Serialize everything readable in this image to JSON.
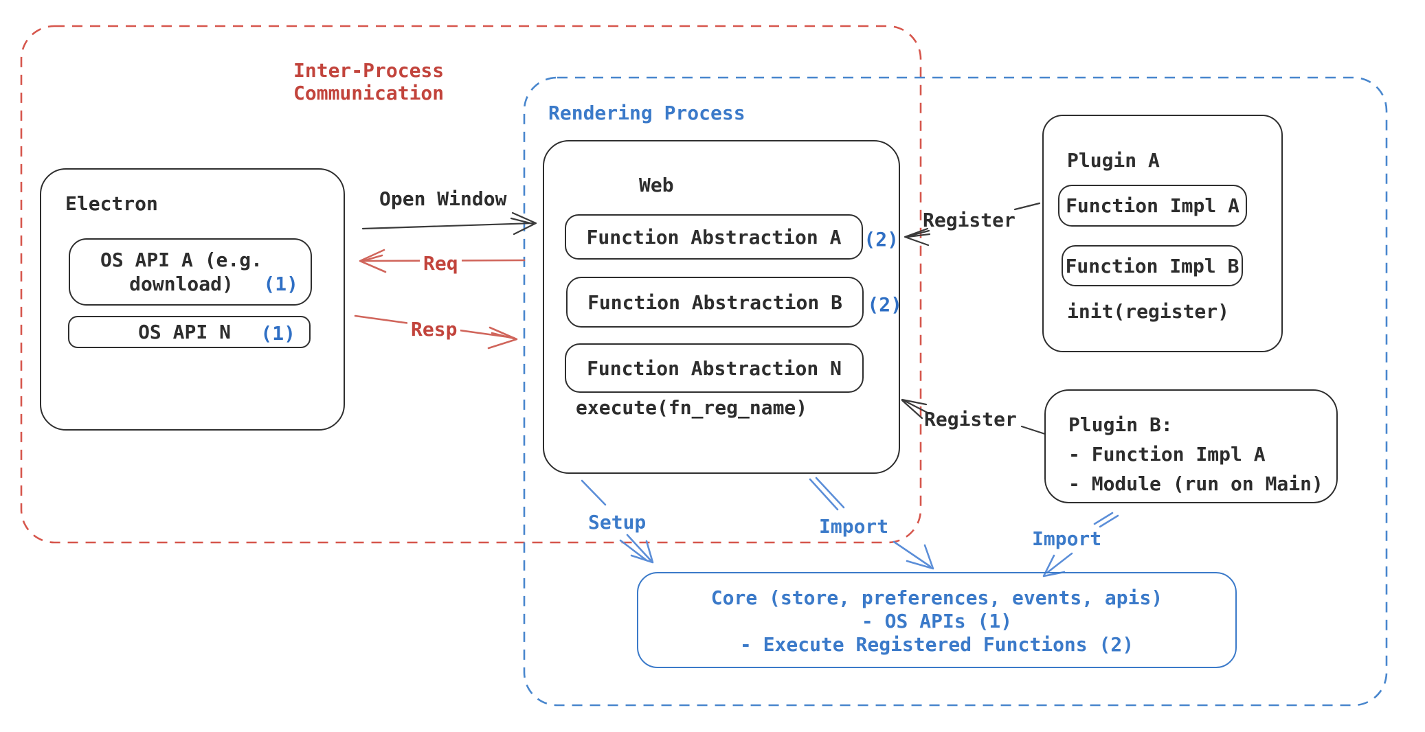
{
  "regions": {
    "ipc": {
      "label": "Inter-Process\nCommunication"
    },
    "rendering": {
      "label": "Rendering Process"
    }
  },
  "electron": {
    "title": "Electron",
    "apis": [
      {
        "label": "OS API A (e.g.\ndownload)",
        "badge": "(1)"
      },
      {
        "label": "OS API N",
        "badge": "(1)"
      }
    ]
  },
  "web": {
    "title": "Web",
    "abstractions": [
      {
        "label": "Function Abstraction A",
        "badge": "(2)"
      },
      {
        "label": "Function Abstraction B",
        "badge": "(2)"
      },
      {
        "label": "Function Abstraction N",
        "badge": ""
      }
    ],
    "footer": "execute(fn_reg_name)"
  },
  "plugin_a": {
    "title": "Plugin A",
    "impls": [
      {
        "label": "Function Impl A"
      },
      {
        "label": "Function Impl B"
      }
    ],
    "footer": "init(register)"
  },
  "plugin_b": {
    "lines": "Plugin B:\n- Function Impl A\n- Module (run on Main)"
  },
  "core": {
    "lines": [
      "Core (store, preferences, events, apis)",
      "- OS APIs (1)",
      "- Execute Registered Functions (2)"
    ]
  },
  "arrows": {
    "open_window": "Open Window",
    "req": "Req",
    "resp": "Resp",
    "register_a": "Register",
    "register_b": "Register",
    "setup": "Setup",
    "import_web": "Import",
    "import_plugin": "Import"
  },
  "colors": {
    "red_text": "#c2443c",
    "red_border": "#d6564c",
    "blue_text": "#3b7ac9",
    "blue_border": "#4886cd",
    "black": "#2e2e2e"
  }
}
